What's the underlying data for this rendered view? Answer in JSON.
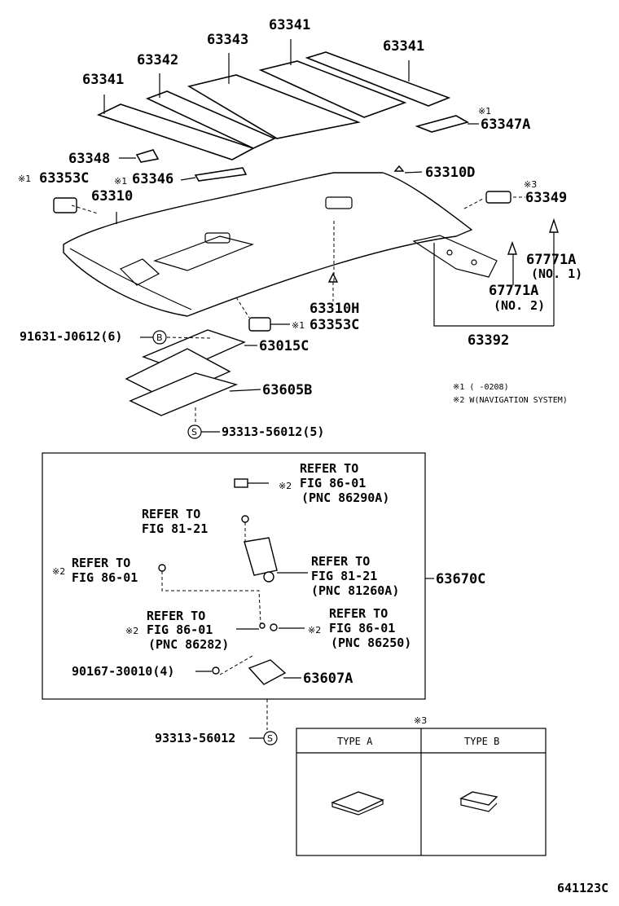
{
  "pads": {
    "p63341_left": "63341",
    "p63342": "63342",
    "p63343": "63343",
    "p63341_mid": "63341",
    "p63341_right": "63341",
    "p63347A": "63347A",
    "p63348": "63348",
    "p63346": "63346",
    "p63353C_top": "63353C",
    "p63310": "63310",
    "p63310D": "63310D",
    "p63349": "63349",
    "p67771A_1": "67771A",
    "p67771A_1_sub": "(NO. 1)",
    "p67771A_2": "67771A",
    "p67771A_2_sub": "(NO. 2)",
    "p63310H": "63310H",
    "p63353C_bot": "63353C",
    "p63392": "63392",
    "p91631": "91631-J0612(6)",
    "p63015C": "63015C",
    "p63605B": "63605B",
    "p93313_top": "93313-56012(5)"
  },
  "marks": {
    "m1": "※1",
    "m2": "※2",
    "m3": "※3",
    "circle_b": "B",
    "circle_s": "S"
  },
  "notes": {
    "n1": "※1 (    -0208)",
    "n2": "※2 W(NAVIGATION SYSTEM)"
  },
  "box": {
    "r1a": "REFER TO",
    "r1b": "FIG 86-01",
    "r1c": "(PNC 86290A)",
    "r2a": "REFER TO",
    "r2b": "FIG 81-21",
    "r3a": "REFER TO",
    "r3b": "FIG 86-01",
    "r4a": "REFER TO",
    "r4b": "FIG 81-21",
    "r4c": "(PNC 81260A)",
    "r5a": "REFER TO",
    "r5b": "FIG 86-01",
    "r5c": "(PNC 86282)",
    "r6a": "REFER TO",
    "r6b": "FIG 86-01",
    "r6c": "(PNC 86250)",
    "p90167": "90167-30010(4)",
    "p63607A": "63607A",
    "p63670C": "63670C"
  },
  "bottom": {
    "p93313": "93313-56012",
    "type_a": "TYPE A",
    "type_b": "TYPE B",
    "fig_code": "641123C"
  }
}
